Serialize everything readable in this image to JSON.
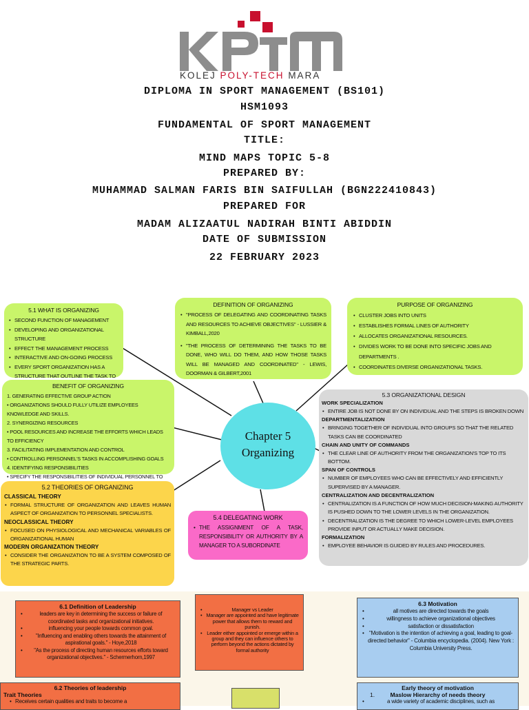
{
  "logo": {
    "text": "KPTM",
    "tagline_part1": "KOLEJ ",
    "tagline_part2": "POLY-TECH",
    "tagline_part3": " MARA",
    "colors": {
      "grey": "#8d8d8d",
      "red": "#c8102e"
    }
  },
  "cover": {
    "line1": "DIPLOMA IN SPORT MANAGEMENT (BS101)",
    "line2": "HSM1093",
    "line3": "FUNDAMENTAL OF SPORT MANAGEMENT",
    "line4": "TITLE:",
    "line5": "MIND MAPS TOPIC 5-8",
    "line6": "PREPARED BY:",
    "line7": "MUHAMMAD SALMAN FARIS BIN SAIFULLAH (BGN222410843)",
    "line8": "PREPARED FOR",
    "line9": "MADAM ALIZAATUL NADIRAH BINTI ABIDDIN",
    "line10": "DATE OF SUBMISSION",
    "line11": "22 FEBRUARY 2023"
  },
  "mindmap": {
    "center": {
      "line1": "Chapter 5",
      "line2": "Organizing"
    },
    "what_is": {
      "title": "5.1 WHAT IS ORGANIZING",
      "items": [
        "SECOND FUNCTION OF MANAGEMENT",
        "DEVELOPING AND ORGANIZATIONAL STRUCTURE",
        "EFFECT THE MANAGEMENT PROCESS",
        "INTERACTIVE AND ON-GOING PROCESS",
        "EVERY SPORT ORGANIZATION HAS A STRUCTURE THAT OUTLINE THE TASK TO BE PERFORMED"
      ]
    },
    "definition": {
      "title": "DEFINITION OF ORGANIZING",
      "items": [
        "\"PROCESS OF DELEGATING AND COORDINATING TASKS AND RESOURCES TO ACHIEVE OBJECTIVES\" - LUSSIER & KIMBALL,2020",
        "\"THE PROCESS OF DETERMINING THE TASKS TO BE DONE, WHO WILL DO THEM, AND HOW THOSE TASKS WILL BE MANAGED AND COORDINATED\" - LEWIS, DOORMAN & GILBERT,2001"
      ]
    },
    "purpose": {
      "title": "PURPOSE OF ORGANIZING",
      "items": [
        "CLUSTER JOBS INTO UNITS",
        "ESTABLISHES FORMAL LINES OF AUTHORITY",
        "ALLOCATES ORGANIZATIONAL RESOURCES.",
        "DIVIDES WORK TO BE DONE INTO SPECIFIC JOBS AND DEPARTMENTS .",
        "COORDINATES DIVERSE ORGANIZATIONAL TASKS."
      ]
    },
    "benefit": {
      "title": "BENEFIT OF ORGANIZING",
      "lines": [
        "1. GENERATING EFFECTIVE GROUP ACTION",
        "• ORGANIZATIONS SHOULD FULLY UTILIZE EMPLOYEES KNOWLEDGE AND SKILLS.",
        "2. SYNERGIZING RESOURCES",
        "• POOL RESOURCES AND INCREASE THE EFFORTS WHICH LEADS TO EFFICIENCY",
        "3. FACILITATING IMPLEMENTATION AND CONTROL",
        "• CONTROLLING PERSONNEL'S TASKS IN ACCOMPLISHING GOALS",
        "4. IDENTIFYING RESPONSIBILITIES",
        "• SPECIFY THE RESPONSIBILITIES OF INDIVIDUAL PERSONNEL TO ELIMINATE DOUBT ABOUT AUTHORITY"
      ]
    },
    "theories": {
      "title": "5.2 THEORIES OF ORGANIZING",
      "classical_head": "CLASSICAL THEORY",
      "classical": "FORMAL STRUCTURE OF ORGANIZATION AND LEAVES HUMAN ASPECT OF ORGANIZATION TO PERSONNEL SPECIALISTS.",
      "neo_head": "NEOCLASSICAL THEORY",
      "neo": "FOCUSED ON PHYSIOLOGICAL AND MECHANICAL VARIABLES OF ORGANIZATIONAL HUMAN",
      "modern_head": "MODERN ORGANIZATION THEORY",
      "modern": "CONSIDER THE ORGANIZATION TO BE A SYSTEM COMPOSED OF THE STRATEGIC PARTS."
    },
    "delegating": {
      "title": "5.4 DELEGATING WORK",
      "item": "THE ASSIGNMENT OF A TASK, RESPONSIBILITY OR AUTHORITY BY A MANAGER TO A SUBORDINATE"
    },
    "design": {
      "title": "5.3 ORGANIZATIONAL DESIGN",
      "h1": "WORK SPECIALIZATION",
      "i1": "ENTIRE JOB IS NOT DONE BY ON INDIVIDUAL AND THE STEPS IS  BROKEN DOWN",
      "h2": "DEPARTMENTALIZATION",
      "i2": "BRINGING TOGETHER OF INDIVIDUAL INTO GROUPS SO THAT THE RELATED TASKS CAN BE COORDINATED",
      "h3": "CHAIN AND UNITY OF COMMANDS",
      "i3": "THE CLEAR LINE OF AUTHORITY FROM THE ORGANIZATION'S TOP TO ITS BOTTOM.",
      "h4": "SPAN OF CONTROLS",
      "i4": "NUMBER OF EMPLOYEES WHO CAN BE EFFECTIVELY AND EFFICIENTLY SUPERVISED BY A MANAGER.",
      "h5": "CENTRALIZATION AND DECENTRALIZATION",
      "i5a": "CENTRALIZATION IS A FUNCTION OF HOW MUCH DECISION-MAKING AUTHORITY IS PUSHED DOWN TO THE LOWER LEVELS IN THE ORGANIZATION.",
      "i5b": "DECENTRALIZATION IS THE DEGREE TO WHICH LOWER-LEVEL EMPLOYEES PROVIDE INPUT OR ACTUALLY MAKE DECISION.",
      "h6": "FORMALIZATION",
      "i6": "EMPLOYEE BEHAVIOR IS GUIDED BY RULES AND PROCEDURES."
    }
  },
  "lower": {
    "leadership_def": {
      "title": "6.1 Definition of Leadership",
      "items": [
        "leaders are key in determining the success or failure of coordinated tasks and organizational initiatives.",
        "influencing your people towards common goal.",
        "\"Influencing and enabling others towards the attainment of aspirational goals.\" - Hoye,2018",
        "\"As the process of directing human resources efforts toward organizational objectives.\" - Schermerhorn,1997"
      ]
    },
    "manager_leader": {
      "items": [
        "Manager vs Leader",
        "Manager are appointed and have legitimate power that allows them to reward and punish.",
        "Leader either appointed or emerge within a group and they can influence others to perform beyond the actions dictated by formal authority"
      ]
    },
    "motivation": {
      "title": "6.3 Motivation",
      "items": [
        "all motives are directed towards the goals",
        "willingness to achieve organizational objectives",
        "satisfaction or dissatisfaction",
        "\"Motivation is the intention of achieving a goal, leading to goal-directed behavior\" - Columbia encyclopedia. (2004). New York : Columbia University Press."
      ]
    },
    "theories_leadership": {
      "title": "6.2 Theories of leadership",
      "sub": "Trait Theories",
      "item": "Receives certain qualities and traits to become a"
    },
    "early_motivation": {
      "title": "Early theory of motivation",
      "sub_num": "1.",
      "sub": "Maslow Hierarchy of needs theory",
      "item": "a wide variety of academic disciplines, such as"
    }
  }
}
